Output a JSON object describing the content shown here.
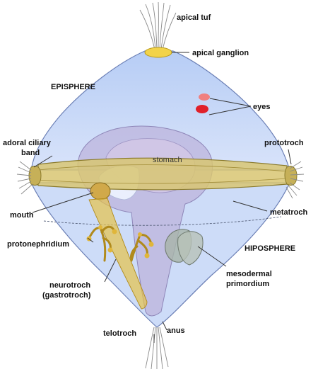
{
  "labels": {
    "apical_tuft": "apical  tuf",
    "apical_ganglion": "apical ganglion",
    "episphere": "EPISPHERE",
    "eyes": "eyes",
    "adoral_ciliary_band_line1": "adoral ciliary",
    "adoral_ciliary_band_line2": "band",
    "prototroch": "prototroch",
    "stomach": "stomach",
    "mouth": "mouth",
    "metatroch": "metatroch",
    "protonephridium": "protonephridium",
    "hiposphere": "HIPOSPHERE",
    "neurotroch_line1": "neurotroch",
    "neurotroch_line2": "(gastrotroch)",
    "mesodermal_primordium_line1": "mesodermal",
    "mesodermal_primordium_line2": "primordium",
    "telotroch": "telotroch",
    "anus": "anus"
  },
  "colors": {
    "body_fill": "#c9d9f7",
    "body_stroke": "#6b7fb5",
    "band_fill": "#d8c572",
    "band_stroke": "#8a7a2c",
    "gut_fill": "#b9b3d9",
    "stomach_fill": "#cfc3e3",
    "ganglion_fill": "#f2d34a",
    "eye_light": "#f08080",
    "eye_dark": "#e0202a",
    "nephridium_fill": "#e0b63a",
    "primordium_fill": "#a8b4a8"
  }
}
